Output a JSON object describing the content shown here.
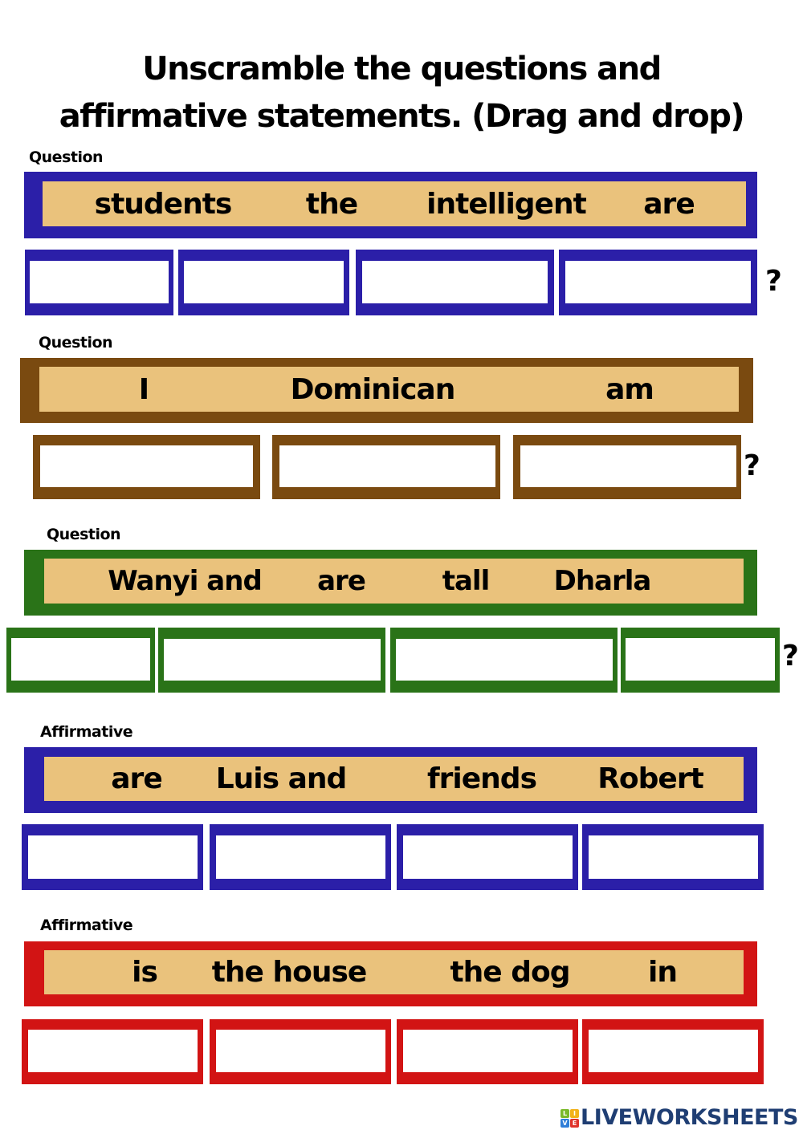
{
  "title": {
    "line1": "Unscramble the questions and",
    "line2": "affirmative statements. (Drag and drop)"
  },
  "colors": {
    "blue": "#2b1fa8",
    "brown": "#7a4a10",
    "green": "#2a7318",
    "red": "#d21414",
    "word_bank_fill": "#eac27c"
  },
  "exercises": [
    {
      "label": "Question",
      "color": "blue",
      "words": [
        "students",
        "the",
        "intelligent",
        "are"
      ],
      "drop_boxes": 4,
      "end_mark": "?"
    },
    {
      "label": "Question",
      "color": "brown",
      "words": [
        "I",
        "Dominican",
        "am"
      ],
      "drop_boxes": 3,
      "end_mark": "?"
    },
    {
      "label": "Question",
      "color": "green",
      "words": [
        "Wanyi and",
        "are",
        "tall",
        "Dharla"
      ],
      "drop_boxes": 4,
      "end_mark": "?"
    },
    {
      "label": "Affirmative",
      "color": "blue",
      "words": [
        "are",
        "Luis and",
        "friends",
        "Robert"
      ],
      "drop_boxes": 4,
      "end_mark": ""
    },
    {
      "label": "Affirmative",
      "color": "red",
      "words": [
        "is",
        "the house",
        "the dog",
        "in"
      ],
      "drop_boxes": 4,
      "end_mark": ""
    }
  ],
  "footer": {
    "logo_tiles": [
      "L",
      "I",
      "V",
      "E"
    ],
    "logo_text": "LIVEWORKSHEETS"
  }
}
